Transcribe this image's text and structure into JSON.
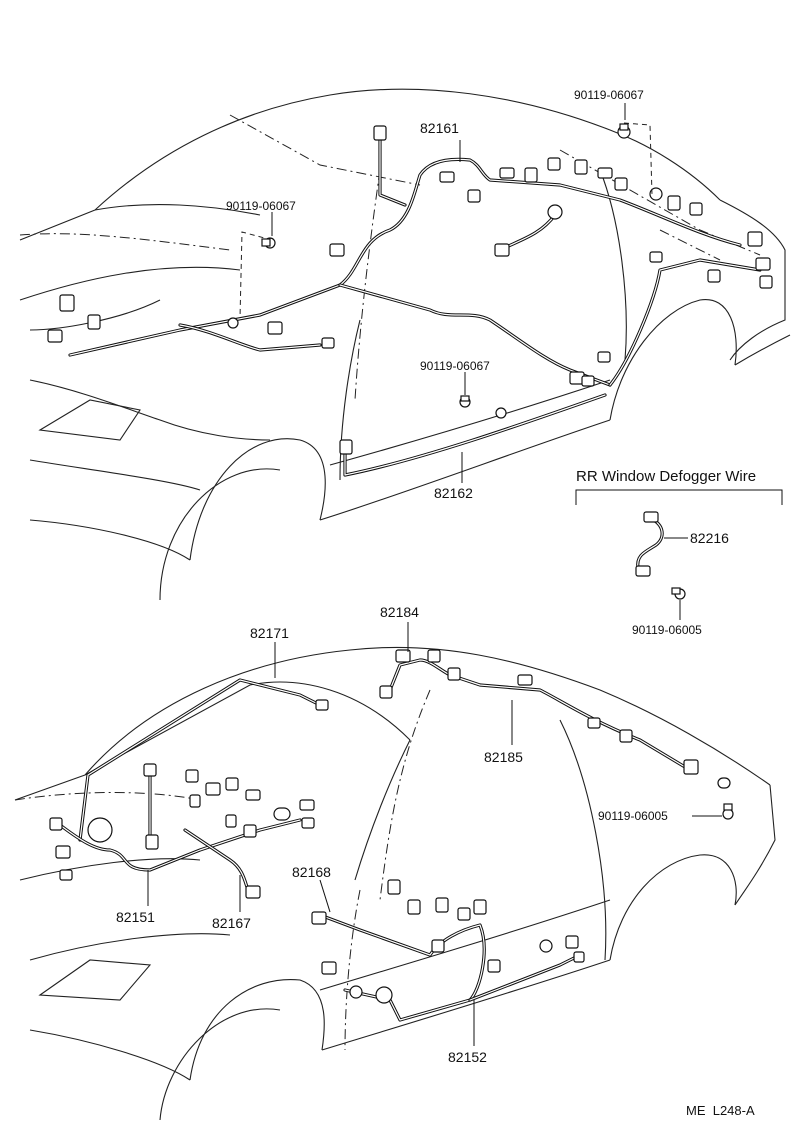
{
  "diagram": {
    "part_numbers": {
      "p82161": "82161",
      "p82162": "82162",
      "p82216": "82216",
      "p82171": "82171",
      "p82184": "82184",
      "p82185": "82185",
      "p82168": "82168",
      "p82151": "82151",
      "p82167": "82167",
      "p82152": "82152",
      "clip_top_right": "90119-06067",
      "clip_top_left": "90119-06067",
      "clip_top_center": "90119-06067",
      "clip_defogger": "90119-06005",
      "clip_bottom_right": "90119-06005"
    },
    "section_title": "RR Window Defogger Wire",
    "reference": "ME  L248-A"
  }
}
